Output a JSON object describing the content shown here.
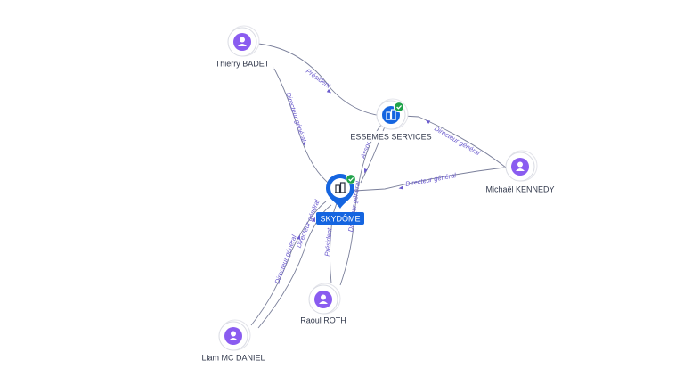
{
  "colors": {
    "person": "#8a5cf0",
    "company": "#1565e0",
    "verified": "#1fa24a",
    "edge": "#7a7f9a",
    "edge_label": "#6a5acd"
  },
  "nodes": [
    {
      "id": "thierry",
      "label": "Thierry BADET",
      "kind": "person",
      "icon": "person-icon"
    },
    {
      "id": "essemes",
      "label": "ESSEMES SERVICES",
      "kind": "company",
      "icon": "building-icon",
      "verified": true
    },
    {
      "id": "michael",
      "label": "Michaël KENNEDY",
      "kind": "person",
      "icon": "person-icon"
    },
    {
      "id": "skydome",
      "label": "SKYDÔME",
      "kind": "focus-company",
      "icon": "building-icon",
      "verified": true
    },
    {
      "id": "raoul",
      "label": "Raoul ROTH",
      "kind": "person",
      "icon": "person-icon"
    },
    {
      "id": "liam",
      "label": "Liam MC DANIEL",
      "kind": "person",
      "icon": "person-icon"
    }
  ],
  "edges": [
    {
      "id": "e1",
      "label": "Président",
      "from": "thierry",
      "to": "essemes"
    },
    {
      "id": "e2",
      "label": "Directeur général",
      "from": "thierry",
      "to": "skydome"
    },
    {
      "id": "e3",
      "label": "Directeur général",
      "from": "michael",
      "to": "essemes"
    },
    {
      "id": "e4",
      "label": "Directeur général",
      "from": "michael",
      "to": "skydome"
    },
    {
      "id": "e5",
      "label": "Associé",
      "from": "essemes",
      "to": "skydome"
    },
    {
      "id": "e6",
      "label": "Président",
      "from": "raoul",
      "to": "skydome"
    },
    {
      "id": "e7",
      "label": "Directeur général",
      "from": "raoul",
      "to": "skydome"
    },
    {
      "id": "e8",
      "label": "Directeur général",
      "from": "liam",
      "to": "skydome"
    },
    {
      "id": "e9",
      "label": "Directeur général",
      "from": "liam",
      "to": "skydome"
    }
  ]
}
